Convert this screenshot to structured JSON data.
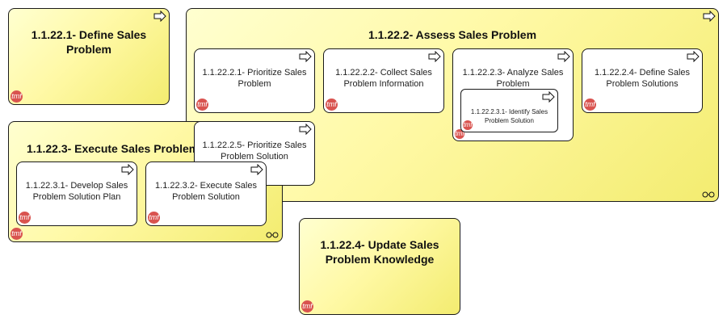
{
  "diagram": {
    "nodes": {
      "n1": {
        "title": "1.1.22.1- Define Sales Problem"
      },
      "n2": {
        "title": "1.1.22.2- Assess Sales Problem"
      },
      "n21": {
        "title": "1.1.22.2.1- Prioritize Sales Problem"
      },
      "n22": {
        "title": "1.1.22.2.2- Collect Sales Problem Information"
      },
      "n23": {
        "title": "1.1.22.2.3- Analyze Sales Problem"
      },
      "n231": {
        "title": "1.1.22.2.3.1- Identify Sales Problem Solution"
      },
      "n24": {
        "title": "1.1.22.2.4- Define Sales Problem Solutions"
      },
      "n25": {
        "title": "1.1.22.2.5- Prioritize Sales Problem Solution"
      },
      "n3": {
        "title": "1.1.22.3- Execute Sales Problem"
      },
      "n31": {
        "title": "1.1.22.3.1- Develop Sales Problem Solution Plan"
      },
      "n32": {
        "title": "1.1.22.3.2- Execute Sales Problem Solution"
      },
      "n4": {
        "title": "1.1.22.4- Update Sales Problem Knowledge"
      }
    },
    "badge_label": "tmf",
    "colors": {
      "container_fill": "#fff9a6",
      "leaf_fill": "#ffffff",
      "badge": "#d9534f",
      "border": "#1a1a1a"
    },
    "icons": {
      "process": "process-arrow-icon",
      "badge": "tmf-logo-icon",
      "composition": "composition-link-icon"
    }
  }
}
